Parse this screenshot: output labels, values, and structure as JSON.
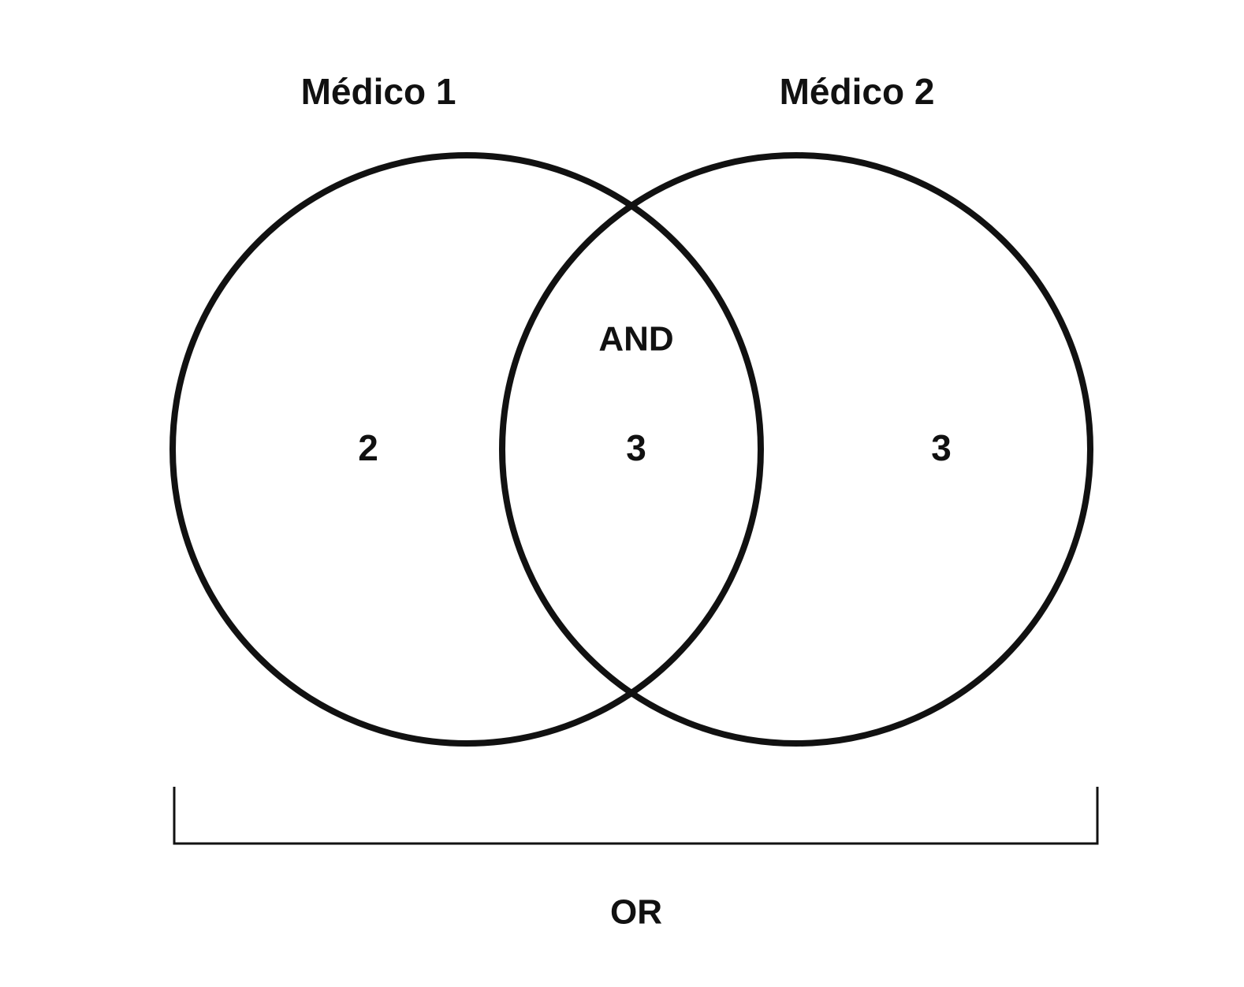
{
  "diagram": {
    "sets": [
      {
        "label": "Médico 1"
      },
      {
        "label": "Médico 2"
      }
    ],
    "regions": {
      "only_set_1": "2",
      "intersection": "3",
      "only_set_2": "3"
    },
    "intersection_label": "AND",
    "union_label": "OR",
    "colors": {
      "stroke": "#111111",
      "background": "#ffffff"
    }
  }
}
